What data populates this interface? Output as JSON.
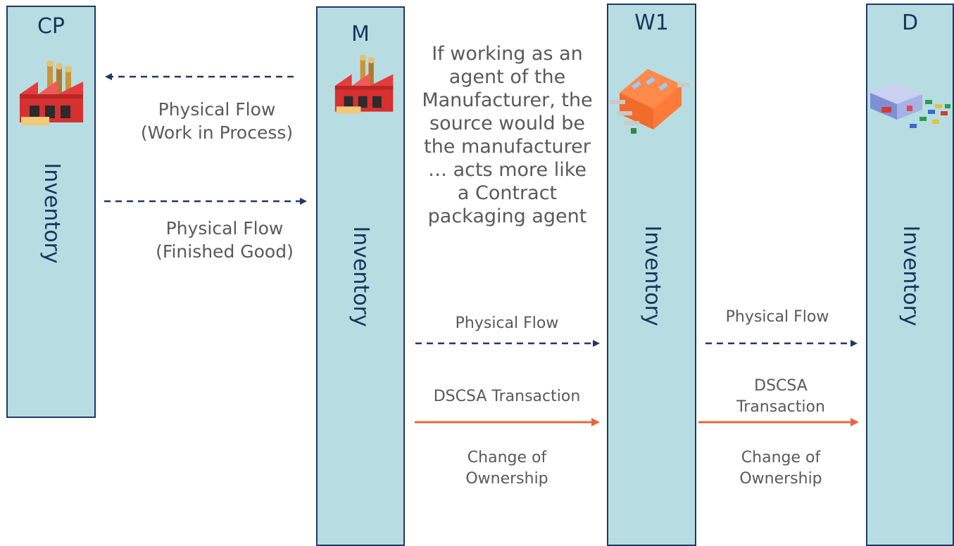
{
  "columns": {
    "cp": {
      "title": "CP",
      "inventory": "Inventory"
    },
    "m": {
      "title": "M",
      "inventory": "Inventory"
    },
    "w1": {
      "title": "W1",
      "inventory": "Inventory"
    },
    "d": {
      "title": "D",
      "inventory": "Inventory"
    }
  },
  "icons": {
    "cp": "factory-icon",
    "m": "factory-icon",
    "w1": "warehouse-icon",
    "d": "distribution-center-icon"
  },
  "flows": {
    "wip": {
      "line1": "Physical Flow",
      "line2": "(Work in Process)"
    },
    "finished": {
      "line1": "Physical Flow",
      "line2": "(Finished Good)"
    },
    "m_w1_physical": "Physical Flow",
    "m_w1_dscsa": "DSCSA Transaction",
    "m_w1_ownership": {
      "line1": "Change of",
      "line2": "Ownership"
    },
    "w1_d_physical": "Physical Flow",
    "w1_d_dscsa": {
      "line1": "DSCSA",
      "line2": "Transaction"
    },
    "w1_d_ownership": {
      "line1": "Change of",
      "line2": "Ownership"
    }
  },
  "note": {
    "lines": [
      "If working as an",
      "agent of the",
      "Manufacturer, the",
      "source would be",
      "the manufacturer",
      "… acts more like",
      "a Contract",
      "packaging agent"
    ]
  },
  "colors": {
    "column_fill": "#b7dde2",
    "column_border": "#1f3768",
    "physical_arrow": "#1f3768",
    "transaction_arrow": "#e8663d"
  }
}
